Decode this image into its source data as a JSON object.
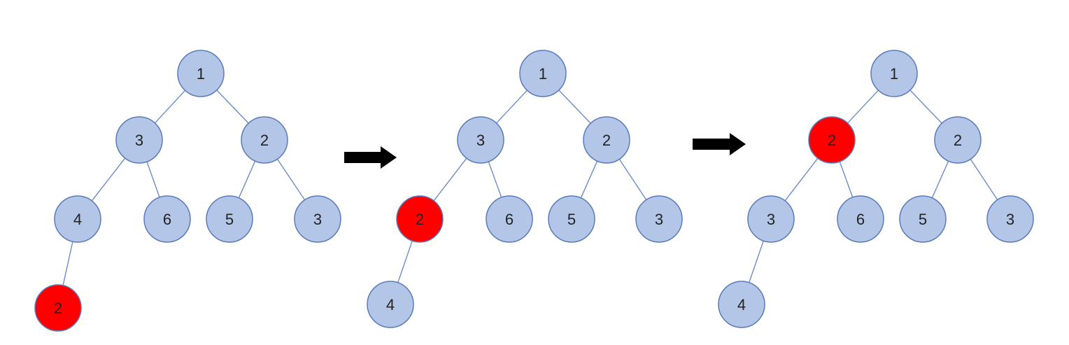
{
  "colors": {
    "node_fill": "#b4c6e7",
    "node_stroke": "#5b7bb8",
    "highlight_fill": "#ff0000",
    "highlight_stroke": "#a01818",
    "edge": "#6d8ccc",
    "arrow": "#000000"
  },
  "trees": [
    {
      "nodes": [
        {
          "id": "n1",
          "label": "1",
          "highlight": false
        },
        {
          "id": "n3",
          "label": "3",
          "highlight": false
        },
        {
          "id": "n2",
          "label": "2",
          "highlight": false
        },
        {
          "id": "n4",
          "label": "4",
          "highlight": false
        },
        {
          "id": "n6",
          "label": "6",
          "highlight": false
        },
        {
          "id": "n5",
          "label": "5",
          "highlight": false
        },
        {
          "id": "n3b",
          "label": "3",
          "highlight": false
        },
        {
          "id": "nleaf",
          "label": "2",
          "highlight": true
        }
      ],
      "edges": [
        [
          "n1",
          "n3"
        ],
        [
          "n1",
          "n2"
        ],
        [
          "n3",
          "n4"
        ],
        [
          "n3",
          "n6"
        ],
        [
          "n2",
          "n5"
        ],
        [
          "n2",
          "n3b"
        ],
        [
          "n4",
          "nleaf"
        ]
      ]
    },
    {
      "nodes": [
        {
          "id": "n1",
          "label": "1",
          "highlight": false
        },
        {
          "id": "n3",
          "label": "3",
          "highlight": false
        },
        {
          "id": "n2",
          "label": "2",
          "highlight": false
        },
        {
          "id": "n4",
          "label": "2",
          "highlight": true
        },
        {
          "id": "n6",
          "label": "6",
          "highlight": false
        },
        {
          "id": "n5",
          "label": "5",
          "highlight": false
        },
        {
          "id": "n3b",
          "label": "3",
          "highlight": false
        },
        {
          "id": "nleaf",
          "label": "4",
          "highlight": false
        }
      ],
      "edges": [
        [
          "n1",
          "n3"
        ],
        [
          "n1",
          "n2"
        ],
        [
          "n3",
          "n4"
        ],
        [
          "n3",
          "n6"
        ],
        [
          "n2",
          "n5"
        ],
        [
          "n2",
          "n3b"
        ],
        [
          "n4",
          "nleaf"
        ]
      ]
    },
    {
      "nodes": [
        {
          "id": "n1",
          "label": "1",
          "highlight": false
        },
        {
          "id": "n3",
          "label": "2",
          "highlight": true
        },
        {
          "id": "n2",
          "label": "2",
          "highlight": false
        },
        {
          "id": "n4",
          "label": "3",
          "highlight": false
        },
        {
          "id": "n6",
          "label": "6",
          "highlight": false
        },
        {
          "id": "n5",
          "label": "5",
          "highlight": false
        },
        {
          "id": "n3b",
          "label": "3",
          "highlight": false
        },
        {
          "id": "nleaf",
          "label": "4",
          "highlight": false
        }
      ],
      "edges": [
        [
          "n1",
          "n3"
        ],
        [
          "n1",
          "n2"
        ],
        [
          "n3",
          "n4"
        ],
        [
          "n3",
          "n6"
        ],
        [
          "n2",
          "n5"
        ],
        [
          "n2",
          "n3b"
        ],
        [
          "n4",
          "nleaf"
        ]
      ]
    }
  ],
  "arrows": [
    {
      "icon": "right-arrow-icon"
    },
    {
      "icon": "right-arrow-icon"
    }
  ]
}
